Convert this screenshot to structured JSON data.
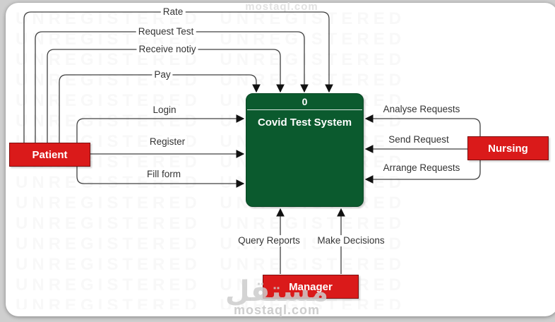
{
  "diagram": {
    "process": {
      "id": "0",
      "title": "Covid Test System"
    },
    "entities": {
      "patient": {
        "label": "Patient"
      },
      "nursing": {
        "label": "Nursing"
      },
      "manager": {
        "label": "Manager"
      }
    },
    "flows": {
      "rate": "Rate",
      "request_test": "Request Test",
      "receive_notiy": "Receive notiy",
      "pay": "Pay",
      "login": "Login",
      "register": "Register",
      "fill_form": "Fill form",
      "analyse_requests": "Analyse Requests",
      "send_request": "Send Request",
      "arrange_requests": "Arrange Requests",
      "query_reports": "Query Reports",
      "make_decisions": "Make Decisions"
    },
    "colors": {
      "entity_fill": "#da1a1a",
      "entity_border": "#7b0d0d",
      "process_fill": "#0b5a2e",
      "edge_line": "#404040",
      "label_text": "#333333"
    }
  },
  "watermark": {
    "brand_ar": "مستقل",
    "brand_url": "mostaql.com",
    "top_url": "mostaql.com",
    "tile_row": "UNREGISTERED UNREGISTERED UNREGISTERED UNREGISTERED UNREGISTERED UNREGISTERED UNREGISTERED UNREGISTERED UNREGISTERED UNREGISTERED UNREGISTERED UNREGISTERED UNREGISTERED UNREGISTERED UNREGISTERED UNREGISTERED UNREGISTERED UNREGISTERED UNREGISTERED UNREGISTERED UNREGISTERED UNREGISTERED UNREGISTERED UNREGISTERED UNREGISTERED UNREGISTERED UNREGISTERED UNREGISTERED UNREGISTERED UNREGISTERED UNREGISTERED UNREGISTERED UNREGISTERED UNREGISTERED UNREGISTERED UNREGISTERED UNREGISTERED UNREGISTERED UNREGISTERED UNREGISTERED UNREGISTERED UNREGISTERED UNREGISTERED UNREGISTERED UNREGISTERED UNREGISTERED UNREGISTERED UNREGISTERED UNREGISTERED UNREGISTERED UNREGISTERED UNREGISTERED UNREGISTERED UNREGISTERED UNREGISTERED UNREGISTERED"
  }
}
